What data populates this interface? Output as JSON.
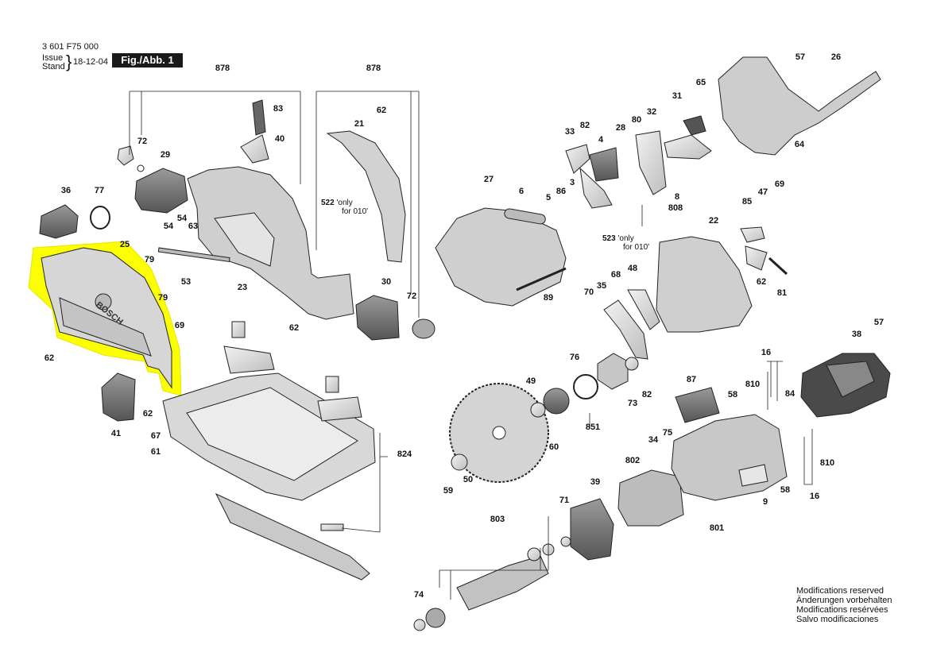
{
  "header": {
    "part_number": "3 601 F75 000",
    "issue_label": "Issue",
    "stand_label": "Stand",
    "issue_date": "18-12-04",
    "figure_label": "Fig./Abb. 1"
  },
  "notes": {
    "modifications": [
      "Modifications reserved",
      "Änderungen vorbehalten",
      "Modifications resérvées",
      "Salvo modificaciones"
    ]
  },
  "callouts": {
    "only_522": [
      "522",
      "'only",
      "for 010'"
    ],
    "only_523": [
      "523",
      "'only",
      "for 010'"
    ]
  },
  "highlight": {
    "part": "25",
    "color": "#ffff00"
  },
  "guard_brand": "BOSCH",
  "parts": [
    {
      "id": "878a",
      "label": "878"
    },
    {
      "id": "878b",
      "label": "878"
    },
    {
      "id": "72a",
      "label": "72"
    },
    {
      "id": "29",
      "label": "29"
    },
    {
      "id": "83",
      "label": "83"
    },
    {
      "id": "40",
      "label": "40"
    },
    {
      "id": "62a",
      "label": "62"
    },
    {
      "id": "21",
      "label": "21"
    },
    {
      "id": "36",
      "label": "36"
    },
    {
      "id": "77",
      "label": "77"
    },
    {
      "id": "54a",
      "label": "54"
    },
    {
      "id": "54b",
      "label": "54"
    },
    {
      "id": "63",
      "label": "63"
    },
    {
      "id": "25",
      "label": "25"
    },
    {
      "id": "79a",
      "label": "79"
    },
    {
      "id": "79b",
      "label": "79"
    },
    {
      "id": "53",
      "label": "53"
    },
    {
      "id": "23",
      "label": "23"
    },
    {
      "id": "30",
      "label": "30"
    },
    {
      "id": "72b",
      "label": "72"
    },
    {
      "id": "62b",
      "label": "62"
    },
    {
      "id": "69a",
      "label": "69"
    },
    {
      "id": "62c",
      "label": "62"
    },
    {
      "id": "62d",
      "label": "62"
    },
    {
      "id": "41",
      "label": "41"
    },
    {
      "id": "67",
      "label": "67"
    },
    {
      "id": "61",
      "label": "61"
    },
    {
      "id": "824",
      "label": "824"
    },
    {
      "id": "57a",
      "label": "57"
    },
    {
      "id": "26",
      "label": "26"
    },
    {
      "id": "65",
      "label": "65"
    },
    {
      "id": "31",
      "label": "31"
    },
    {
      "id": "32",
      "label": "32"
    },
    {
      "id": "80",
      "label": "80"
    },
    {
      "id": "28",
      "label": "28"
    },
    {
      "id": "82a",
      "label": "82"
    },
    {
      "id": "33",
      "label": "33"
    },
    {
      "id": "4",
      "label": "4"
    },
    {
      "id": "64",
      "label": "64"
    },
    {
      "id": "27",
      "label": "27"
    },
    {
      "id": "6",
      "label": "6"
    },
    {
      "id": "5",
      "label": "5"
    },
    {
      "id": "86",
      "label": "86"
    },
    {
      "id": "3",
      "label": "3"
    },
    {
      "id": "8",
      "label": "8"
    },
    {
      "id": "808",
      "label": "808"
    },
    {
      "id": "47",
      "label": "47"
    },
    {
      "id": "85",
      "label": "85"
    },
    {
      "id": "69b",
      "label": "69"
    },
    {
      "id": "22",
      "label": "22"
    },
    {
      "id": "89",
      "label": "89"
    },
    {
      "id": "68",
      "label": "68"
    },
    {
      "id": "35",
      "label": "35"
    },
    {
      "id": "48",
      "label": "48"
    },
    {
      "id": "70",
      "label": "70"
    },
    {
      "id": "62e",
      "label": "62"
    },
    {
      "id": "81",
      "label": "81"
    },
    {
      "id": "76",
      "label": "76"
    },
    {
      "id": "49",
      "label": "49"
    },
    {
      "id": "73",
      "label": "73"
    },
    {
      "id": "82b",
      "label": "82"
    },
    {
      "id": "87",
      "label": "87"
    },
    {
      "id": "16a",
      "label": "16"
    },
    {
      "id": "810a",
      "label": "810"
    },
    {
      "id": "84",
      "label": "84"
    },
    {
      "id": "58a",
      "label": "58"
    },
    {
      "id": "38",
      "label": "38"
    },
    {
      "id": "57b",
      "label": "57"
    },
    {
      "id": "851",
      "label": "851"
    },
    {
      "id": "60",
      "label": "60"
    },
    {
      "id": "75",
      "label": "75"
    },
    {
      "id": "34",
      "label": "34"
    },
    {
      "id": "59",
      "label": "59"
    },
    {
      "id": "50",
      "label": "50"
    },
    {
      "id": "802",
      "label": "802"
    },
    {
      "id": "39",
      "label": "39"
    },
    {
      "id": "9",
      "label": "9"
    },
    {
      "id": "58b",
      "label": "58"
    },
    {
      "id": "16b",
      "label": "16"
    },
    {
      "id": "810b",
      "label": "810"
    },
    {
      "id": "803",
      "label": "803"
    },
    {
      "id": "71",
      "label": "71"
    },
    {
      "id": "801",
      "label": "801"
    },
    {
      "id": "74",
      "label": "74"
    }
  ]
}
